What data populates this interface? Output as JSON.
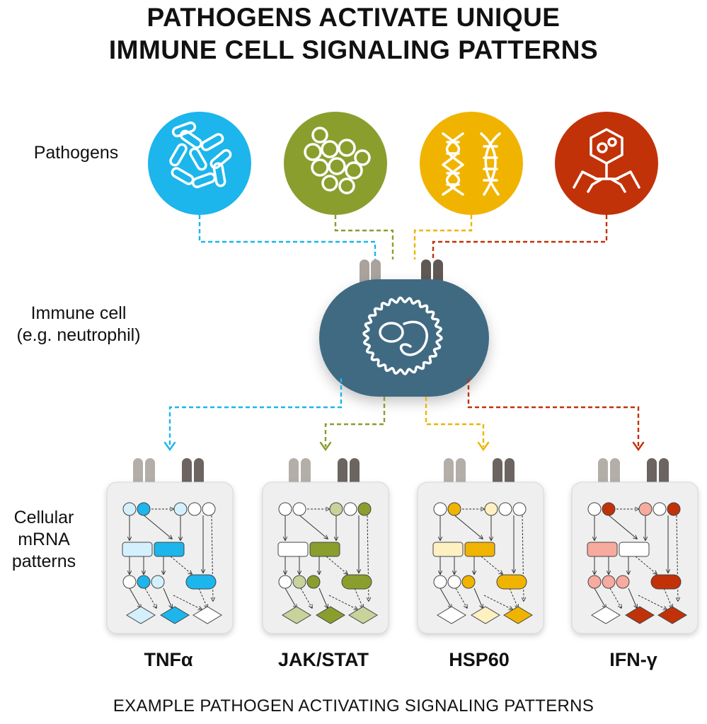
{
  "title": {
    "line1": "PATHOGENS ACTIVATE UNIQUE",
    "line2": "IMMUNE CELL SIGNALING PATTERNS"
  },
  "row_labels": {
    "pathogens": "Pathogens",
    "immune_cell_line1": "Immune cell",
    "immune_cell_line2": "(e.g. neutrophil)",
    "mrna_line1": "Cellular",
    "mrna_line2": "mRNA",
    "mrna_line3": "patterns"
  },
  "pathogens": [
    {
      "icon": "bacteria-rods-icon",
      "color": "#1cb5ec"
    },
    {
      "icon": "cocci-cluster-icon",
      "color": "#8a9e2e"
    },
    {
      "icon": "dna-rna-icon",
      "color": "#f0b400"
    },
    {
      "icon": "bacteriophage-icon",
      "color": "#c23209"
    }
  ],
  "immune_cell": {
    "icon": "neutrophil-nucleus-icon",
    "color": "#3f6b82"
  },
  "pathways": [
    {
      "label": "TNFα",
      "color": "#1cb5ec",
      "light": "#d4f0fc"
    },
    {
      "label": "JAK/STAT",
      "color": "#8a9e2e",
      "light": "#c7d39a"
    },
    {
      "label": "HSP60",
      "color": "#f0b400",
      "light": "#fff0c2"
    },
    {
      "label": "IFN-γ",
      "color": "#c23209",
      "light": "#f7aa9e"
    }
  ],
  "caption": "EXAMPLE PATHOGEN ACTIVATING SIGNALING PATTERNS"
}
